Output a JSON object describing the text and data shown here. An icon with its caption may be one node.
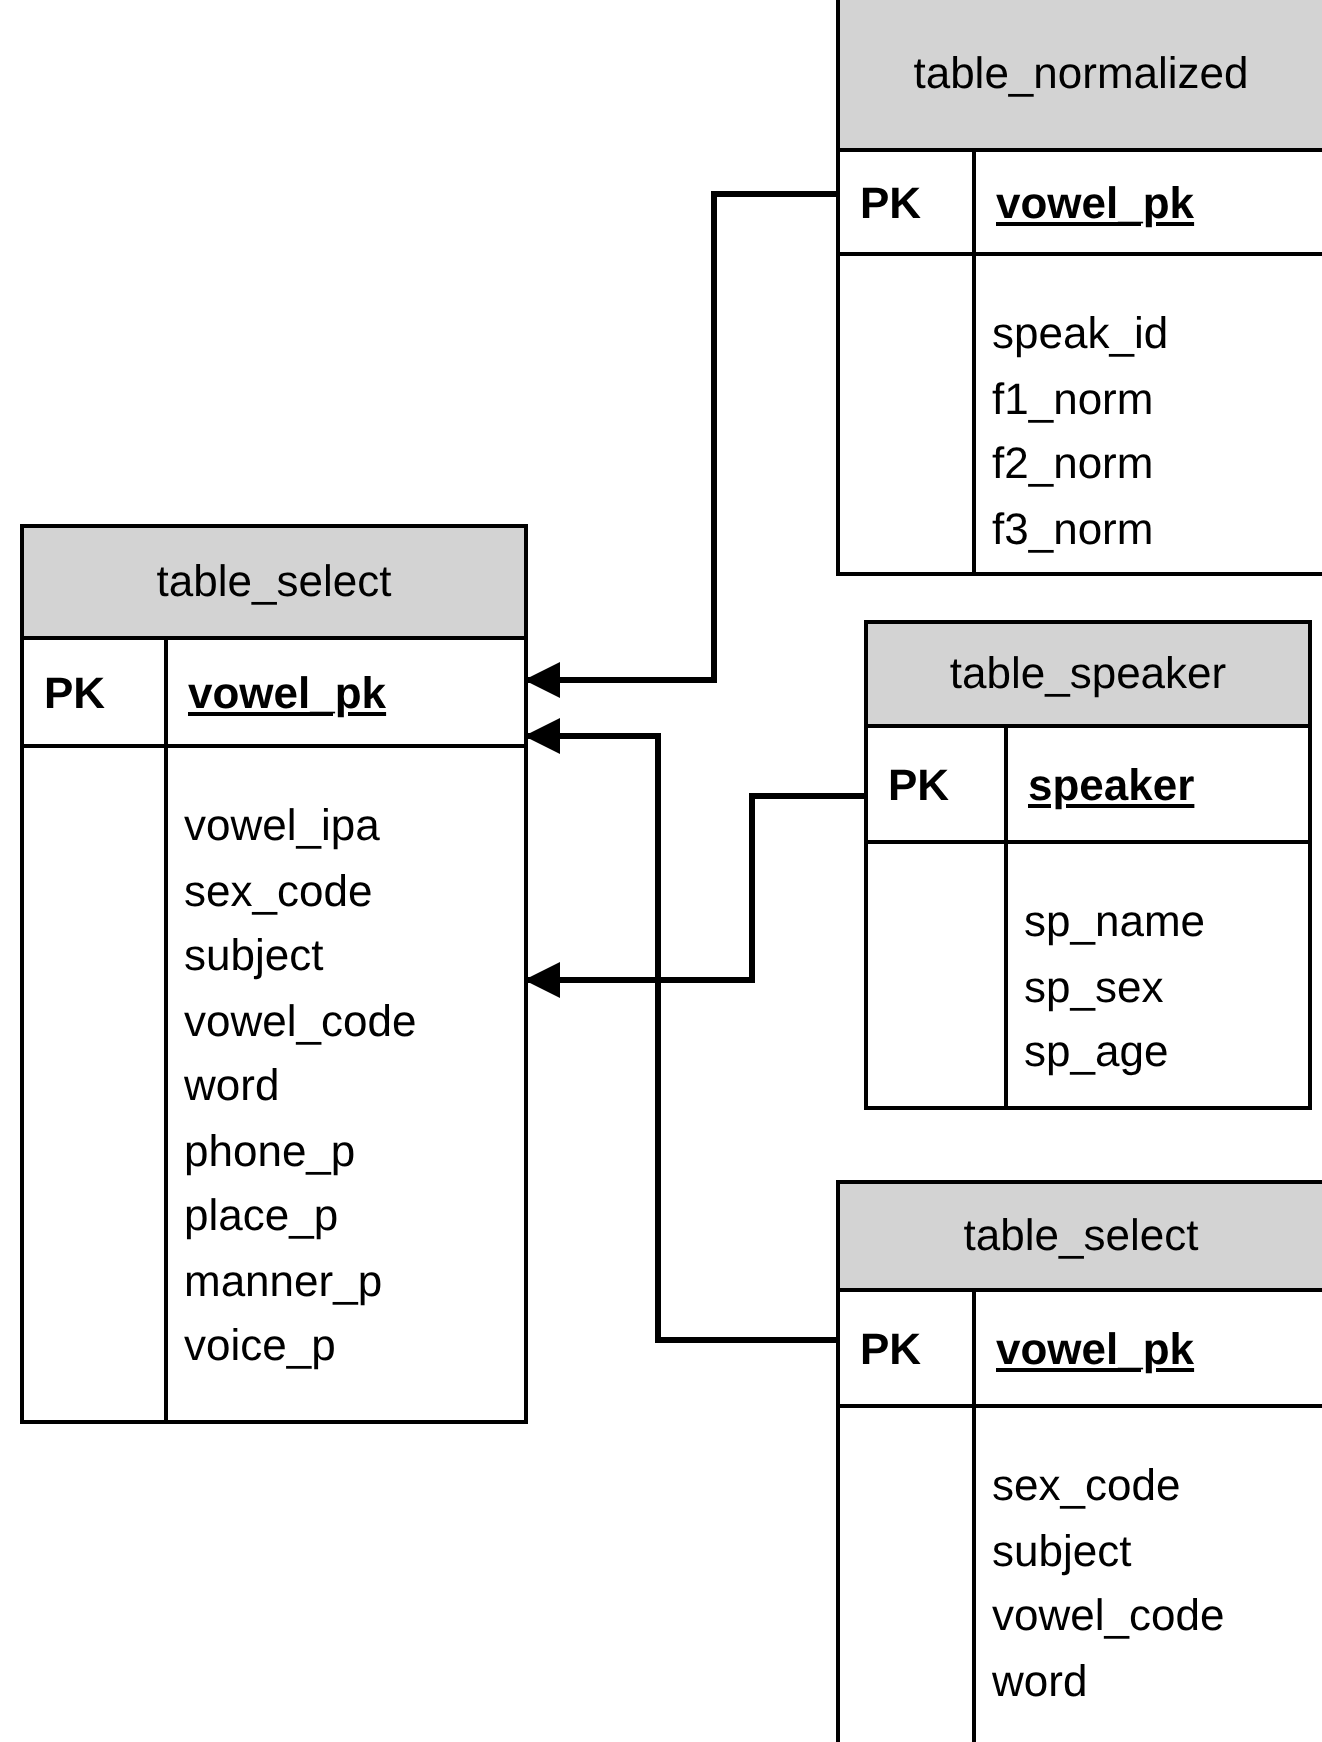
{
  "diagram": {
    "nodes": [
      {
        "text": [
          "table_normalized",
          "PK",
          "vowel_pk",
          "speak_id",
          "f1_norm",
          "f2_norm",
          "f3_norm"
        ]
      },
      {
        "text": [
          "table_select",
          "PK",
          "vowel_pk",
          "vowel_ipa",
          "sex_code",
          "subject",
          "vowel_code",
          "word",
          "phone_p",
          "place_p",
          "manner_p",
          "voice_p"
        ]
      },
      {
        "text": [
          "table_speaker",
          "PK",
          "speaker",
          "sp_name",
          "sp_sex",
          "sp_age"
        ]
      },
      {
        "text": [
          "table_select",
          "PK",
          "vowel_pk",
          "sex_code",
          "subject",
          "vowel_code",
          "word"
        ]
      }
    ],
    "edges": [
      {
        "from": 0,
        "to": 1,
        "arrow": "to"
      },
      {
        "from": 2,
        "to": 1,
        "arrow": "to"
      },
      {
        "from": 3,
        "to": 1,
        "arrow": "to"
      }
    ]
  }
}
